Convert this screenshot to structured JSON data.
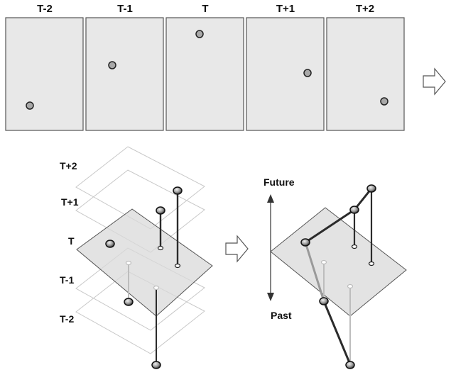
{
  "top_row": {
    "frames": [
      {
        "label": "T-2"
      },
      {
        "label": "T-1"
      },
      {
        "label": "T"
      },
      {
        "label": "T+1"
      },
      {
        "label": "T+2"
      }
    ]
  },
  "stack": {
    "layers": [
      {
        "label": "T+2"
      },
      {
        "label": "T+1"
      },
      {
        "label": "T"
      },
      {
        "label": "T-1"
      },
      {
        "label": "T-2"
      }
    ]
  },
  "trajectory": {
    "future_label": "Future",
    "past_label": "Past"
  },
  "colors": {
    "frame_fill": "#e8e8e8",
    "frame_stroke": "#555555",
    "dot_fill": "#a8a8a8",
    "plane_fill": "#d9d9d9",
    "line_dark": "#2b2b2b",
    "line_light": "#bdbdbd"
  }
}
